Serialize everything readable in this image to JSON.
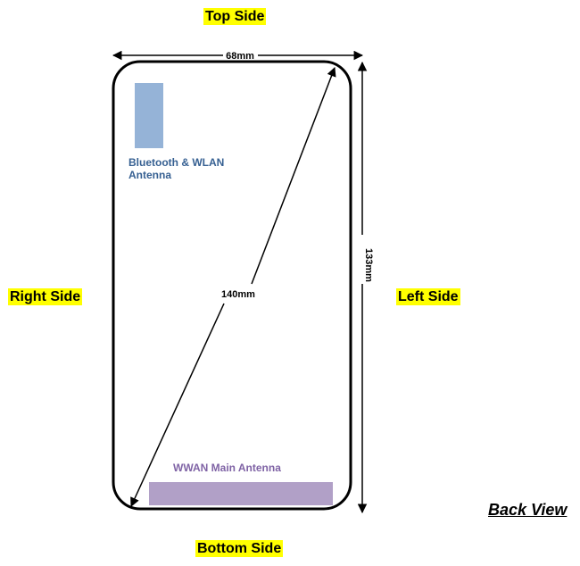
{
  "labels": {
    "top_side": "Top Side",
    "bottom_side": "Bottom Side",
    "right_side": "Right Side",
    "left_side": "Left Side",
    "back_view": "Back View"
  },
  "dimensions": {
    "width": "68mm",
    "height": "133mm",
    "diagonal": "140mm"
  },
  "antennas": {
    "bt_wlan_line1": "Bluetooth & WLAN",
    "bt_wlan_line2": "Antenna",
    "wwan_main": "WWAN Main Antenna"
  },
  "colors": {
    "highlight": "#ffff00",
    "bt_wlan_block": "#95b3d7",
    "bt_wlan_text": "#366092",
    "wwan_block": "#b1a0c7",
    "wwan_text": "#7f63a5",
    "outline": "#000000"
  }
}
